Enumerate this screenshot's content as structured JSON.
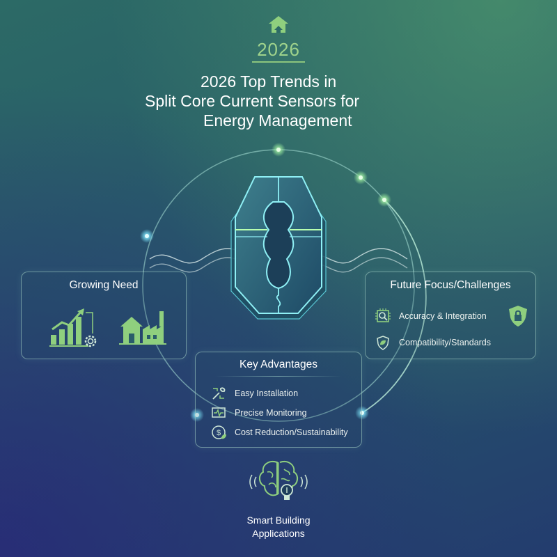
{
  "header": {
    "year": "2026",
    "title_line1": "2026 Top Trends in",
    "title_line2": "Split Core Current Sensors for",
    "title_line3": "Energy Management",
    "logo_icon": "house-arrow-icon"
  },
  "growing_need": {
    "title": "Growing Need",
    "icons": [
      "bar-chart-growth-icon",
      "gear-icon",
      "house-factory-icon"
    ]
  },
  "future_focus": {
    "title": "Future Focus/Challenges",
    "items": [
      {
        "label": "Accuracy & Integration",
        "icon": "chip-magnifier-icon"
      },
      {
        "label": "Compatibility/Standards",
        "icon": "shield-leaf-icon"
      }
    ],
    "side_icon": "shield-lock-icon"
  },
  "key_advantages": {
    "title": "Key Advantages",
    "items": [
      {
        "label": "Easy Installation",
        "icon": "wrench-icon"
      },
      {
        "label": "Precise Monitoring",
        "icon": "monitor-pulse-icon"
      },
      {
        "label": "Cost Reduction/Sustainability",
        "icon": "dollar-leaf-icon"
      }
    ]
  },
  "smart_building": {
    "label_line1": "Smart Building",
    "label_line2": "Applications",
    "icon": "brain-bulb-icon"
  },
  "center_graphic": {
    "icon": "split-core-sensor-icon"
  },
  "colors": {
    "accent_green": "#9fd38c",
    "glow_cyan": "#7fe8ff",
    "panel_border": "#a9d7c8"
  }
}
